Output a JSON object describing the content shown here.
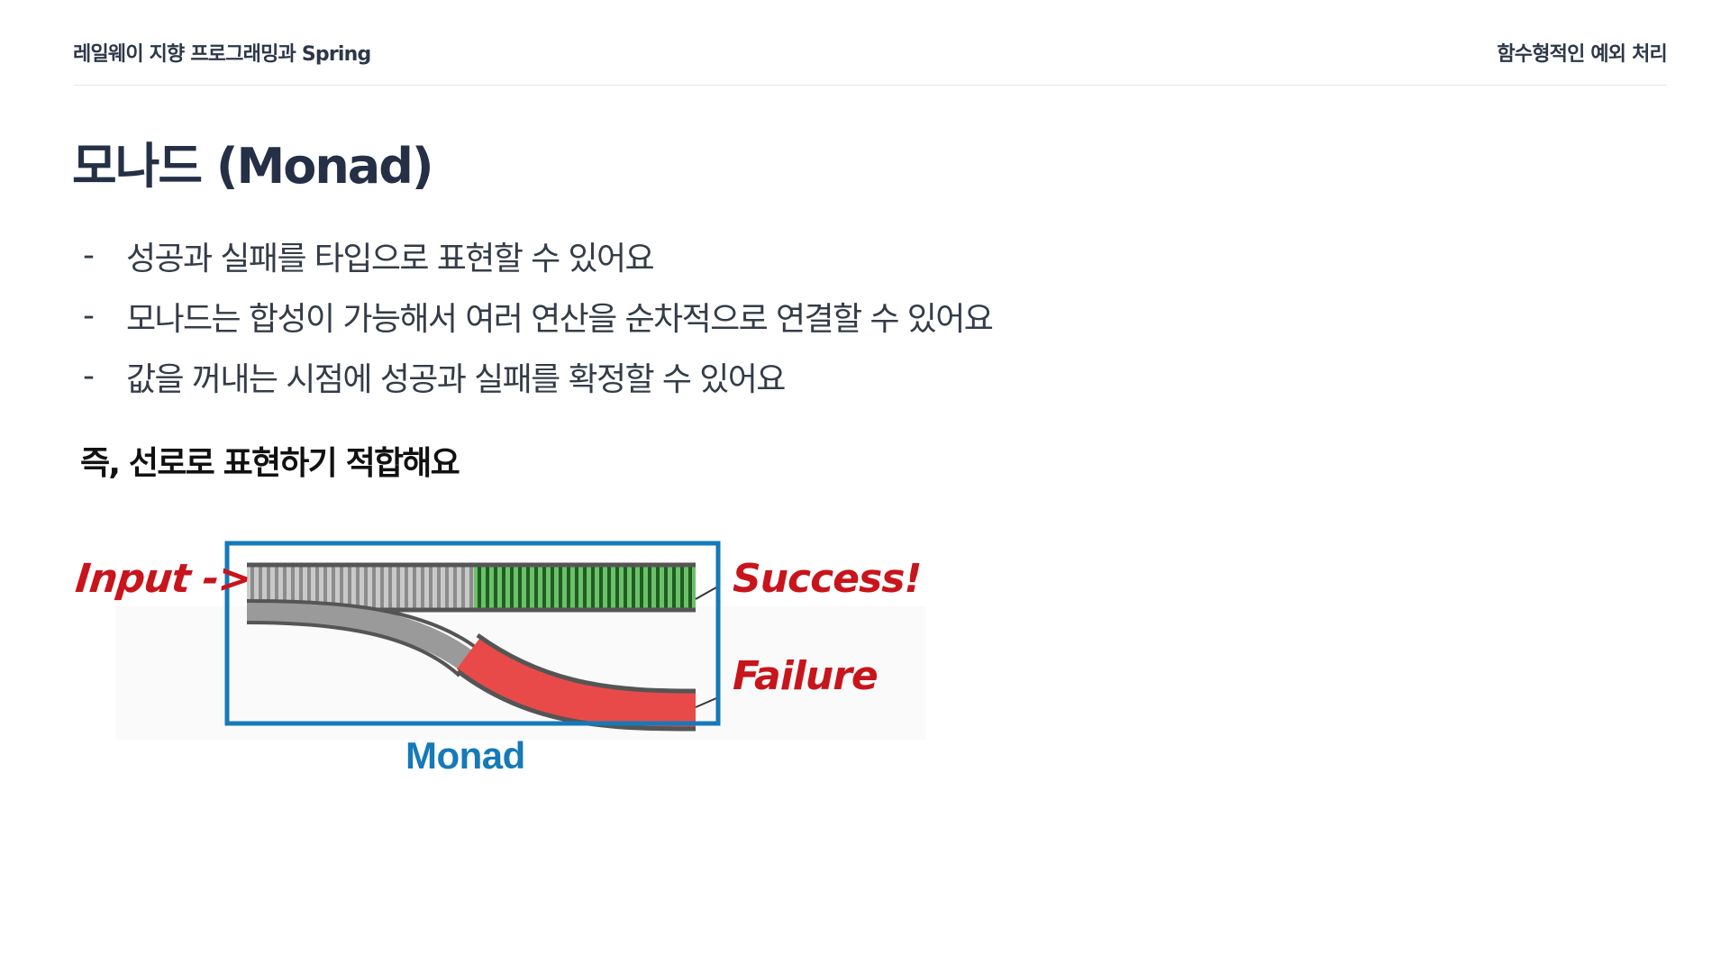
{
  "header": {
    "left_text": "레일웨이 지향 프로그래밍과 Spring",
    "right_text": "함수형적인 예외 처리"
  },
  "title": "모나드 (Monad)",
  "bullets": [
    {
      "marker": "-",
      "text": "성공과 실패를 타입으로 표현할 수 있어요"
    },
    {
      "marker": "-",
      "text": "모나드는 합성이 가능해서 여러 연산을 순차적으로 연결할 수 있어요"
    },
    {
      "marker": "-",
      "text": "값을 꺼내는 시점에 성공과 실패를 확정할 수 있어요"
    }
  ],
  "emphasis": "즉, 선로로 표현하기 적합해요",
  "diagram": {
    "input_label": "Input ->",
    "success_label": "Success!",
    "failure_label": "Failure",
    "caption": "Monad",
    "colors": {
      "box": "#1679b8",
      "input_track": "#a9a9a9",
      "success_track": "#3f9a3f",
      "failure_track": "#e32b2b",
      "label": "#c8141b"
    }
  }
}
